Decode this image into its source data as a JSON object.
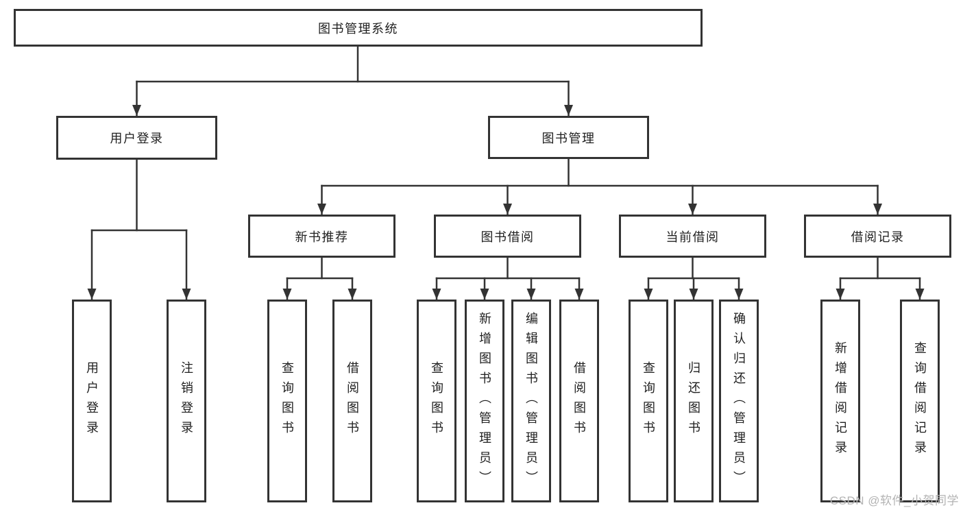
{
  "diagram": {
    "title": "图书管理系统",
    "nodes": {
      "root": {
        "label": "图书管理系统"
      },
      "user_login": {
        "label": "用户登录"
      },
      "book_mgmt": {
        "label": "图书管理"
      },
      "new_book_rec": {
        "label": "新书推荐"
      },
      "book_borrow": {
        "label": "图书借阅"
      },
      "current_borrow": {
        "label": "当前借阅"
      },
      "borrow_record": {
        "label": "借阅记录"
      },
      "leaf_user_login": {
        "label": "用户登录"
      },
      "leaf_logout": {
        "label": "注销登录"
      },
      "leaf_query_book_1": {
        "label": "查询图书"
      },
      "leaf_borrow_book_1": {
        "label": "借阅图书"
      },
      "leaf_query_book_2": {
        "label": "查询图书"
      },
      "leaf_add_book": {
        "label": "新增图书（管理员）"
      },
      "leaf_edit_book": {
        "label": "编辑图书（管理员）"
      },
      "leaf_borrow_book_2": {
        "label": "借阅图书"
      },
      "leaf_query_book_3": {
        "label": "查询图书"
      },
      "leaf_return_book": {
        "label": "归还图书"
      },
      "leaf_confirm_return": {
        "label": "确认归还（管理员）"
      },
      "leaf_add_record": {
        "label": "新增借阅记录"
      },
      "leaf_query_record": {
        "label": "查询借阅记录"
      }
    },
    "structure": {
      "root": [
        "user_login",
        "book_mgmt"
      ],
      "user_login": [
        "leaf_user_login",
        "leaf_logout"
      ],
      "book_mgmt": [
        "new_book_rec",
        "book_borrow",
        "current_borrow",
        "borrow_record"
      ],
      "new_book_rec": [
        "leaf_query_book_1",
        "leaf_borrow_book_1"
      ],
      "book_borrow": [
        "leaf_query_book_2",
        "leaf_add_book",
        "leaf_edit_book",
        "leaf_borrow_book_2"
      ],
      "current_borrow": [
        "leaf_query_book_3",
        "leaf_return_book",
        "leaf_confirm_return"
      ],
      "borrow_record": [
        "leaf_add_record",
        "leaf_query_record"
      ]
    },
    "colors": {
      "line": "#333333",
      "box_border": "#333333",
      "text": "#1f1f1f",
      "background": "#ffffff",
      "watermark": "#b3b3b3"
    }
  },
  "watermark": {
    "text": "CSDN @软件_小贺同学"
  }
}
